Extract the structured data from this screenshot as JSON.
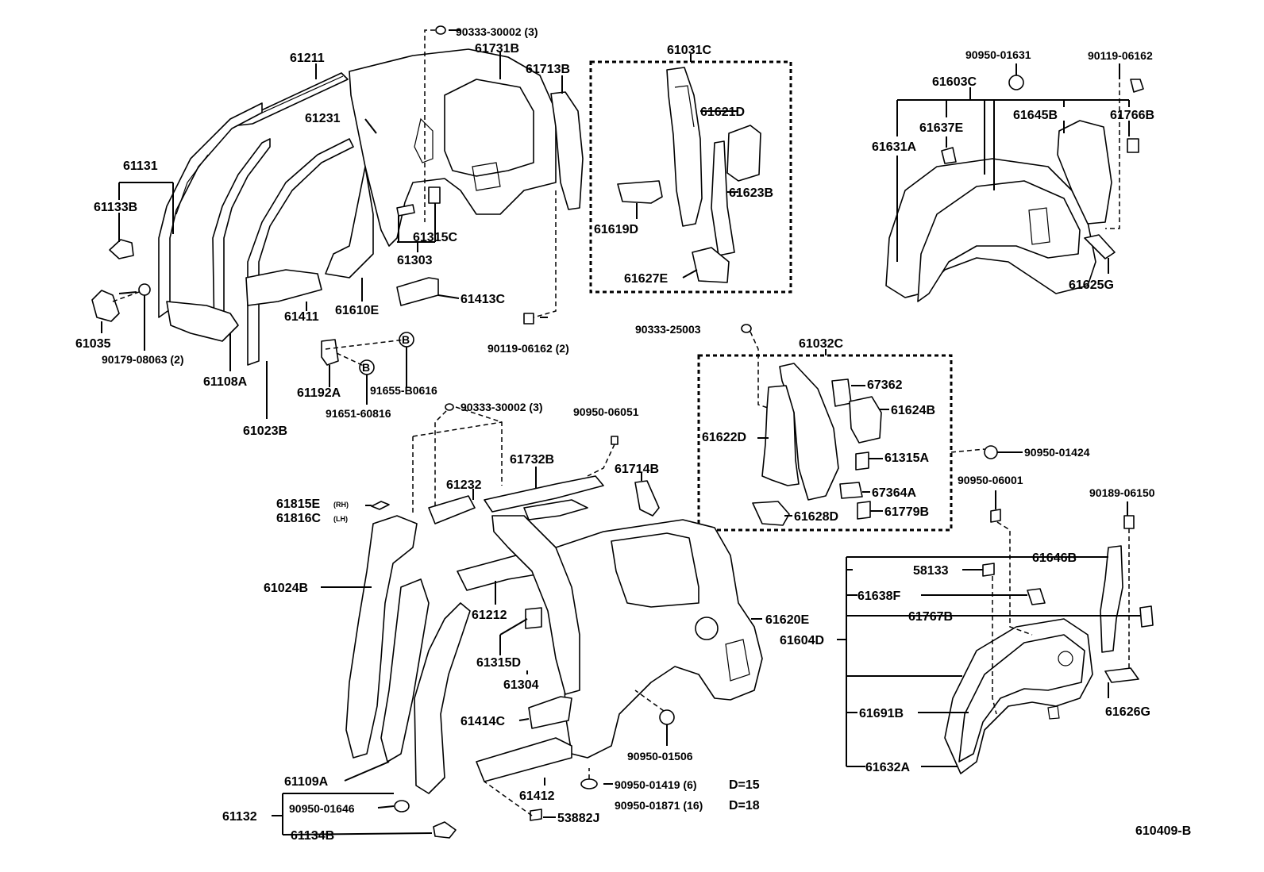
{
  "diagram_id": "610409-B",
  "group_labels": {
    "61031C": "61031C",
    "61032C": "61032C",
    "61603C": "61603C",
    "61604D": "61604D",
    "61131": "61131",
    "61132": "61132"
  },
  "labels": {
    "p90333_30002_top": "90333-30002 (3)",
    "p61211": "61211",
    "p61731B": "61731B",
    "p61713B": "61713B",
    "p61231": "61231",
    "p61131": "61131",
    "p61133B": "61133B",
    "p61035": "61035",
    "p90179_08063": "90179-08063 (2)",
    "p61108A": "61108A",
    "p61023B": "61023B",
    "p61411": "61411",
    "p61610E": "61610E",
    "p61315C": "61315C",
    "p61303": "61303",
    "p61413C": "61413C",
    "p90119_06162_2": "90119-06162 (2)",
    "p61192A": "61192A",
    "p91655_B0616": "91655-B0616",
    "p91651_60816": "91651-60816",
    "b_letter": "B",
    "p61031C": "61031C",
    "p61621D": "61621D",
    "p61623B": "61623B",
    "p61619D": "61619D",
    "p61627E": "61627E",
    "p90950_01631": "90950-01631",
    "p90119_06162": "90119-06162",
    "p61603C": "61603C",
    "p61637E": "61637E",
    "p61645B": "61645B",
    "p61766B": "61766B",
    "p61631A": "61631A",
    "p61625G": "61625G",
    "p90333_25003": "90333-25003",
    "p61032C": "61032C",
    "p67362": "67362",
    "p61624B": "61624B",
    "p61622D": "61622D",
    "p61315A": "61315A",
    "p90950_01424": "90950-01424",
    "p67364A": "67364A",
    "p61628D": "61628D",
    "p61779B": "61779B",
    "p90950_06001": "90950-06001",
    "p90189_06150": "90189-06150",
    "p90333_30002_mid": "90333-30002 (3)",
    "p90950_06051": "90950-06051",
    "p61732B": "61732B",
    "p61714B": "61714B",
    "p61232": "61232",
    "p61815E": "61815E",
    "rh": "(RH)",
    "p61816C": "61816C",
    "lh": "(LH)",
    "p61024B": "61024B",
    "p61212": "61212",
    "p61315D": "61315D",
    "p61304": "61304",
    "p61620E": "61620E",
    "p61604D": "61604D",
    "p61646B": "61646B",
    "p58133": "58133",
    "p61638F": "61638F",
    "p61767B": "61767B",
    "p61414C": "61414C",
    "p90950_01506": "90950-01506",
    "p61691B": "61691B",
    "p61626G": "61626G",
    "p61109A": "61109A",
    "p61412": "61412",
    "p90950_01419": "90950-01419 (6)",
    "d15": "D=15",
    "p90950_01871": "90950-01871 (16)",
    "d18": "D=18",
    "p61632A": "61632A",
    "p61132": "61132",
    "p90950_01646": "90950-01646",
    "p61134B": "61134B",
    "p53882J": "53882J",
    "ref": "610409-B"
  }
}
